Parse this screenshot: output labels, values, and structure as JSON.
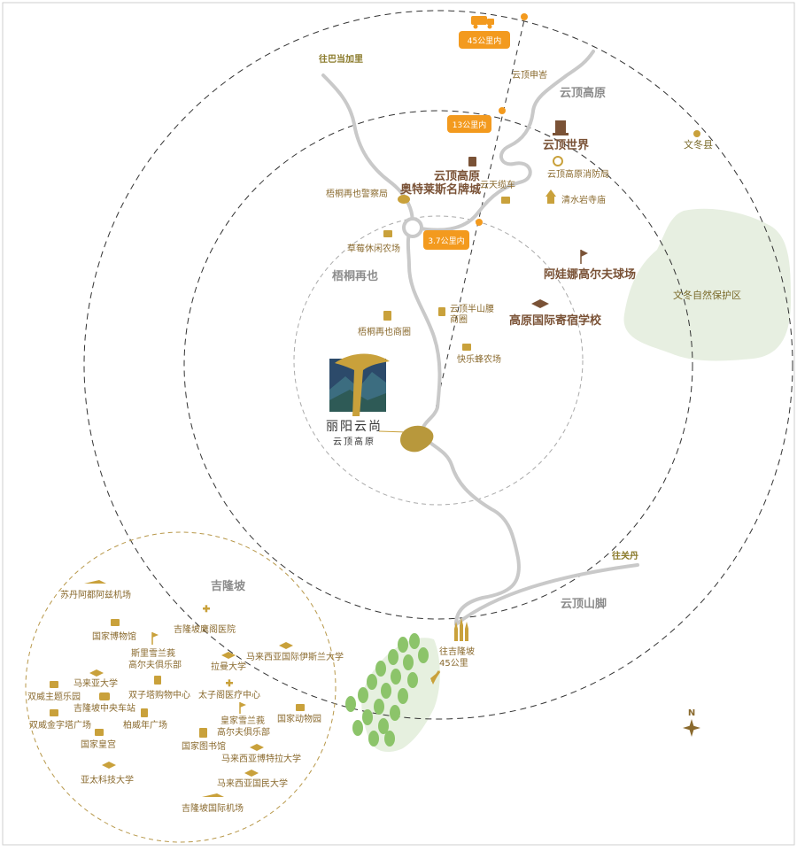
{
  "regions": {
    "genting_highlands": "云顶高原",
    "bentong": "梧桐再也",
    "kuala_lumpur": "吉隆坡",
    "genting_foothill": "云顶山脚",
    "wendong_reserve": "文冬自然保护区",
    "wendong_county": "文冬县"
  },
  "roads": {
    "to_batang_kali": "往巴当加里",
    "to_gombak": "往关丹",
    "to_kl": [
      "往吉隆坡",
      "45公里"
    ]
  },
  "distance_tags": [
    "45公里内",
    "13公里内",
    "3.7公里内"
  ],
  "project": {
    "name": "丽阳云尚",
    "subtitle": "云顶高原"
  },
  "compass": "N",
  "pois_highland": [
    {
      "name": "云顶申峇",
      "icon": "none"
    },
    {
      "name": "云顶世界",
      "icon": "building-icon"
    },
    {
      "name": "云顶高原消防局",
      "icon": "fire-station-icon"
    },
    {
      "name": "清水岩寺庙",
      "icon": "temple-icon"
    },
    {
      "name": "云天缆车",
      "icon": "cable-car-icon"
    },
    {
      "name": "云顶高原",
      "icon": "shopping-bag-icon"
    },
    {
      "name": "奥特莱斯名牌城",
      "icon": "none"
    },
    {
      "name": "梧桐再也警察局",
      "icon": "police-icon"
    },
    {
      "name": "草莓休闲农场",
      "icon": "camera-icon"
    },
    {
      "name": "阿娃娜高尔夫球场",
      "icon": "golf-icon"
    },
    {
      "name": "高原国际寄宿学校",
      "icon": "school-icon"
    },
    {
      "name": "梧桐再也商圈",
      "icon": "shopping-bag-icon"
    },
    {
      "name": "云顶半山腰",
      "icon": "shopping-bag-icon"
    },
    {
      "name": "商圈",
      "icon": "none"
    },
    {
      "name": "快乐蜂农场",
      "icon": "camera-icon"
    }
  ],
  "pois_kl": [
    {
      "name": "苏丹阿都阿兹机场",
      "icon": "plane-icon"
    },
    {
      "name": "吉隆坡鹰阁医院",
      "icon": "hospital-icon"
    },
    {
      "name": "国家博物馆",
      "icon": "camera-icon"
    },
    {
      "name": "斯里雪兰莪",
      "icon": "golf-icon"
    },
    {
      "name": "高尔夫俱乐部",
      "icon": "none"
    },
    {
      "name": "拉曼大学",
      "icon": "school-icon"
    },
    {
      "name": "马来西亚国际伊斯兰大学",
      "icon": "school-icon"
    },
    {
      "name": "马来亚大学",
      "icon": "school-icon"
    },
    {
      "name": "双子塔购物中心",
      "icon": "shopping-bag-icon"
    },
    {
      "name": "太子阁医疗中心",
      "icon": "hospital-icon"
    },
    {
      "name": "双威主题乐园",
      "icon": "camera-icon"
    },
    {
      "name": "吉隆坡中央车站",
      "icon": "bus-icon"
    },
    {
      "name": "皇家雪兰莪",
      "icon": "golf-icon"
    },
    {
      "name": "高尔夫俱乐部",
      "icon": "none"
    },
    {
      "name": "国家动物园",
      "icon": "camera-icon"
    },
    {
      "name": "双威金字塔广场",
      "icon": "camera-icon"
    },
    {
      "name": "柏威年广场",
      "icon": "shopping-bag-icon"
    },
    {
      "name": "国家皇宫",
      "icon": "camera-icon"
    },
    {
      "name": "国家图书馆",
      "icon": "book-icon"
    },
    {
      "name": "马来西亚博特拉大学",
      "icon": "school-icon"
    },
    {
      "name": "亚太科技大学",
      "icon": "school-icon"
    },
    {
      "name": "马来西亚国民大学",
      "icon": "school-icon"
    },
    {
      "name": "吉隆坡国际机场",
      "icon": "plane-icon"
    }
  ],
  "colors": {
    "gold": "#c9a13b",
    "orange": "#f39a1e",
    "road": "#c8c8c8",
    "green_forest": "#7fbf6a",
    "green_light": "#e6f0df"
  }
}
